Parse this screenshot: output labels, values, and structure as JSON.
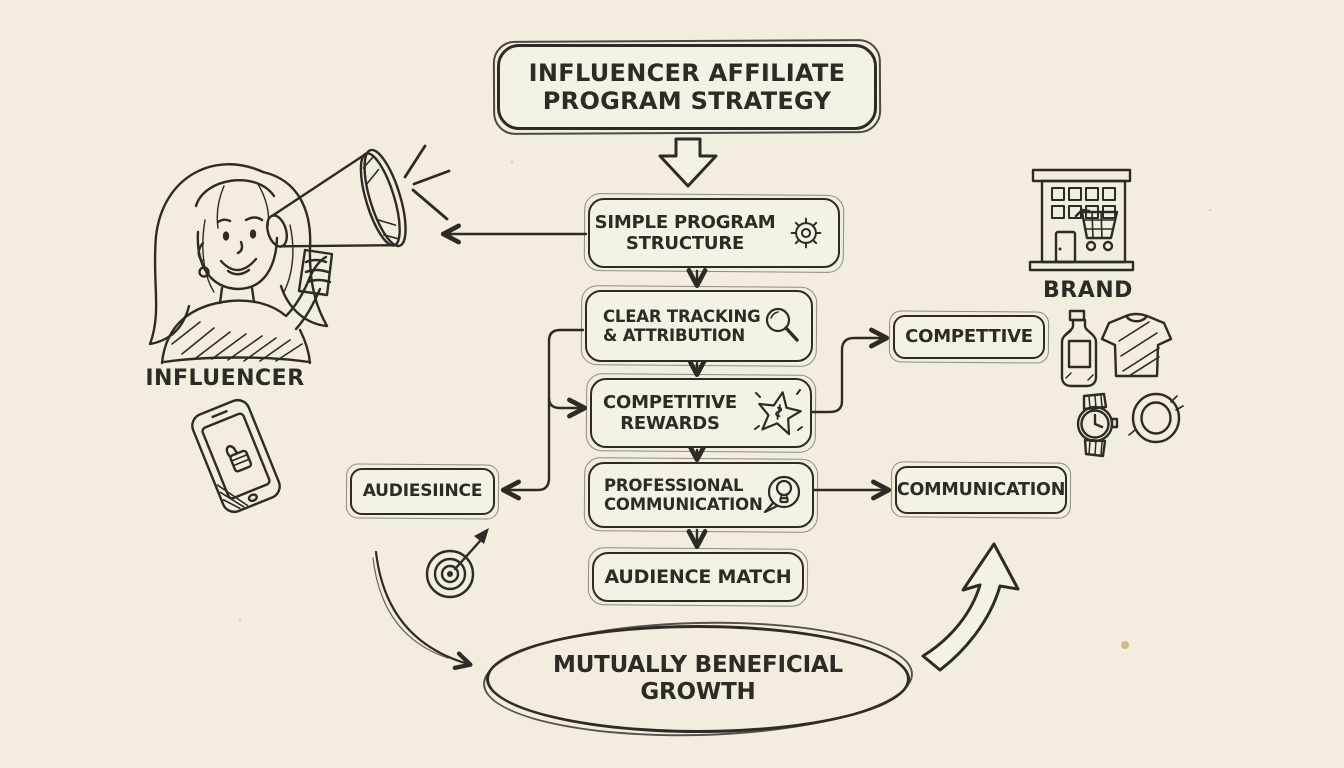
{
  "palette": {
    "paper": "#f2edde",
    "paper_box": "#f5f1e4",
    "ink": "#2e2b26"
  },
  "title": {
    "label": "INFLUENCER AFFILIATE\nPROGRAM STRATEGY"
  },
  "actors": {
    "influencer_label": "INFLUENCER",
    "brand_label": "BRAND"
  },
  "flow": [
    {
      "label": "SIMPLE PROGRAM\nSTRUCTURE",
      "icon": "gear-icon"
    },
    {
      "label": "CLEAR TRACKING\n& ATTRIBUTION",
      "icon": "magnifier-icon"
    },
    {
      "label": "COMPETITIVE\nREWARDS",
      "icon": "star-icon"
    },
    {
      "label": "PROFESSIONAL\nCOMMUNICATION",
      "icon": "lightbulb-icon"
    },
    {
      "label": "AUDIENCE MATCH",
      "icon": null
    }
  ],
  "side_boxes": {
    "audience": "AUDIESIINCE",
    "competitive": "COMPETTIVE",
    "communication": "COMMUNICATION"
  },
  "result": {
    "label": "MUTUALLY BENEFICIAL\nGROWTH"
  },
  "icons": {
    "title_arrow": "down-block-arrow-icon",
    "step_icons": [
      "gear-icon",
      "magnifier-icon",
      "star-icon",
      "lightbulb-icon"
    ],
    "left_side": [
      "megaphone-icon",
      "phone-thumbs-up-icon",
      "target-icon",
      "swoosh-arrow-icon"
    ],
    "right_side": [
      "storefront-icon",
      "bottle-icon",
      "tshirt-icon",
      "watch-icon",
      "ring-icon",
      "curved-up-arrow-icon"
    ]
  }
}
